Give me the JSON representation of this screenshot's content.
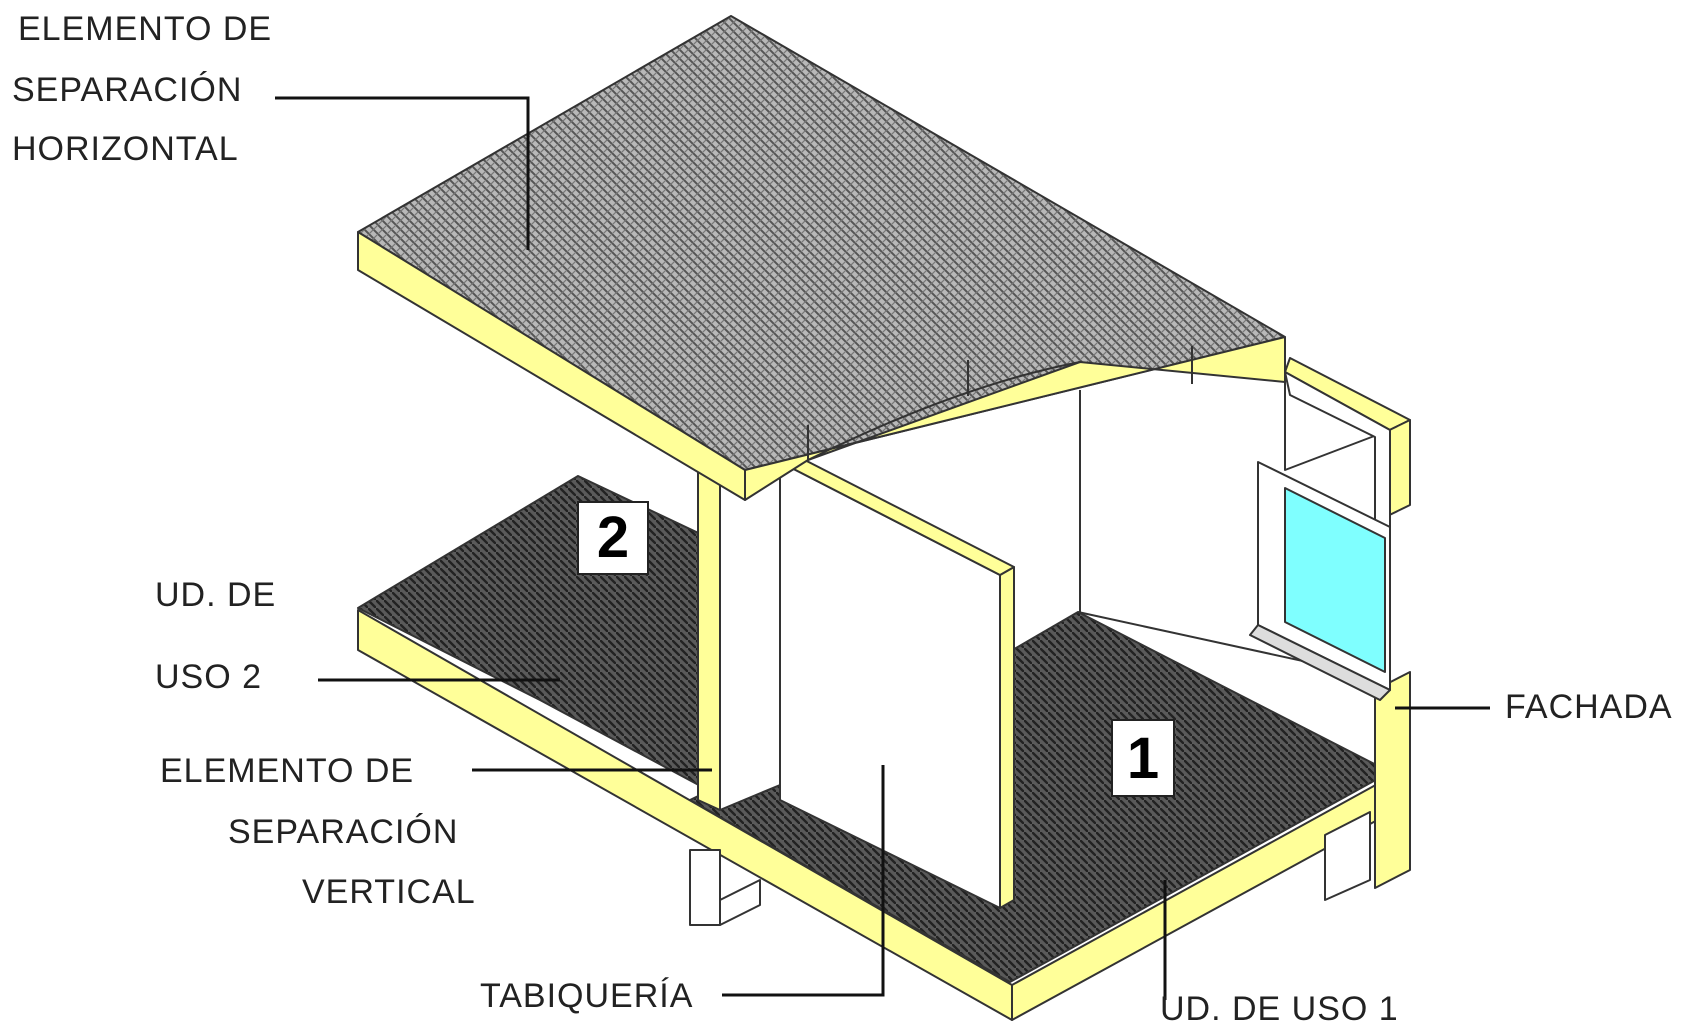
{
  "labels": {
    "horizontal_separation": [
      "ELEMENTO  DE",
      "SEPARACIÓN",
      "HORIZONTAL"
    ],
    "unit2": [
      "UD.  DE",
      "USO  2"
    ],
    "vertical_separation": [
      "ELEMENTO  DE",
      "SEPARACIÓN",
      "VERTICAL"
    ],
    "partition": "TABIQUERÍA",
    "facade": "FACHADA",
    "unit1": "UD.  DE  USO  1"
  },
  "unit_numbers": {
    "unit1": "1",
    "unit2": "2"
  },
  "colors": {
    "slab_edge": "#ffff99",
    "floor_hatch": "#3a3a3a",
    "roof_hatch": "#6a6a6a",
    "glass": "#7fffff",
    "wall": "#ffffff",
    "line": "#111111"
  }
}
